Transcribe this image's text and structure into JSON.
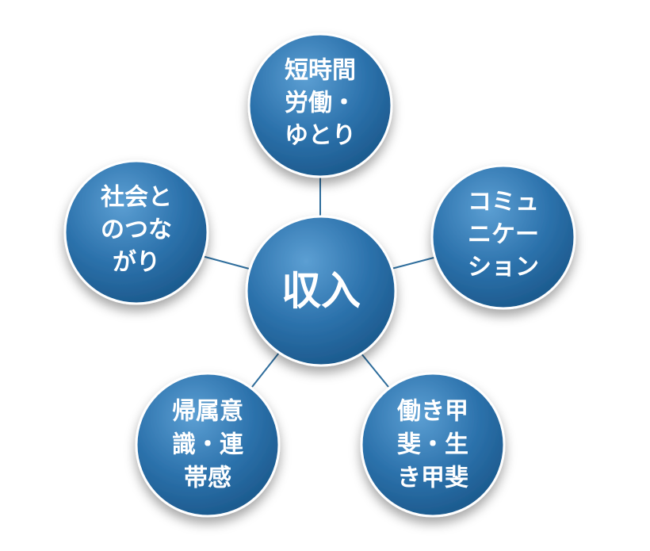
{
  "diagram": {
    "center": {
      "label": "収入"
    },
    "nodes": [
      {
        "id": "top",
        "lines": [
          "短時間",
          "労働・",
          "ゆとり"
        ]
      },
      {
        "id": "right",
        "lines": [
          "コミュ",
          "ニケー",
          "ション"
        ]
      },
      {
        "id": "bottom-right",
        "lines": [
          "働き甲",
          "斐・生",
          "き甲斐"
        ]
      },
      {
        "id": "bottom-left",
        "lines": [
          "帰属意",
          "識・連",
          "帯感"
        ]
      },
      {
        "id": "left",
        "lines": [
          "社会と",
          "のつな",
          "がり"
        ]
      }
    ],
    "colors": {
      "node_fill_light": "#4f92c8",
      "node_fill_dark": "#1d5e92",
      "node_stroke": "#ffffff",
      "connector": "#2e6d9c",
      "text": "#ffffff"
    }
  }
}
